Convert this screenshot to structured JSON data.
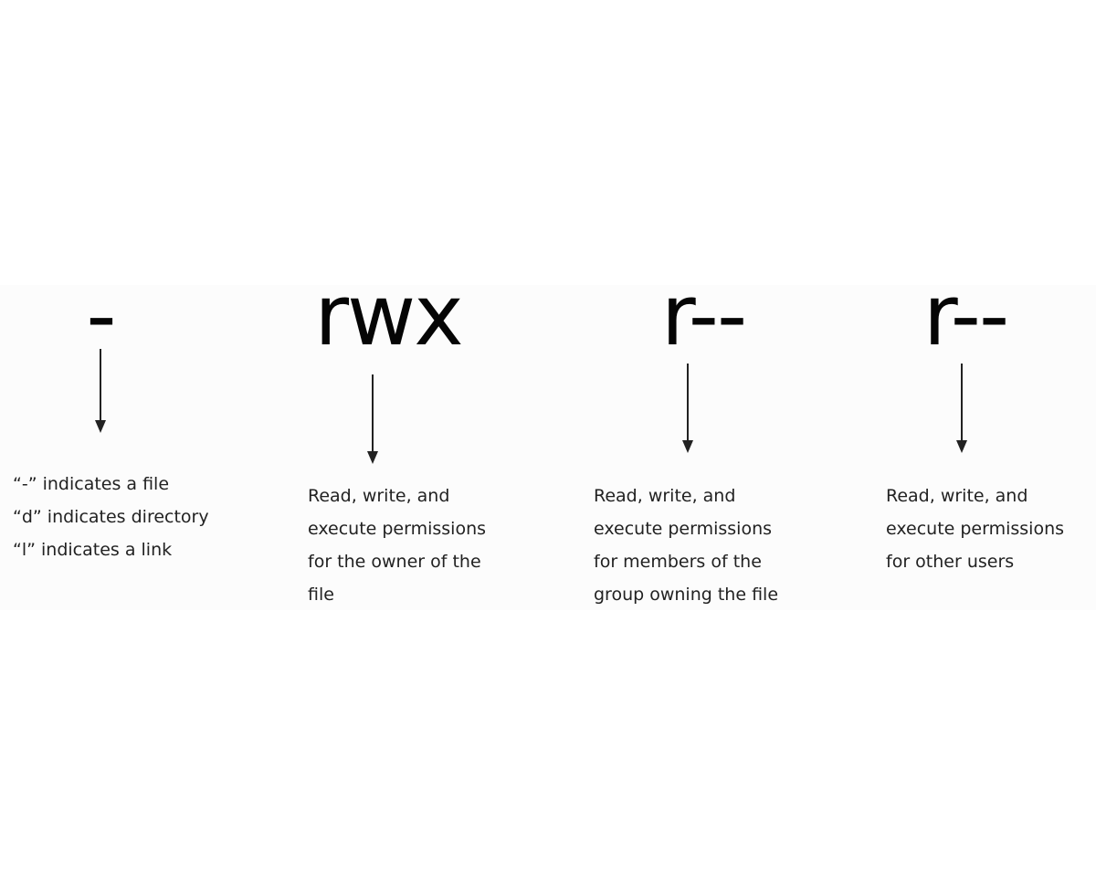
{
  "columns": [
    {
      "symbol": "-",
      "lines": [
        "“-”  indicates a file",
        "“d” indicates directory",
        "“l” indicates a link"
      ]
    },
    {
      "symbol": "rwx",
      "lines": [
        "Read, write, and",
        "execute permissions",
        "for the owner of the",
        "file"
      ]
    },
    {
      "symbol": "r--",
      "lines": [
        "Read, write, and",
        "execute permissions",
        "for members  of the",
        "group owning the file"
      ]
    },
    {
      "symbol": "r--",
      "lines": [
        "Read, write, and",
        "execute permissions",
        "for other users"
      ]
    }
  ]
}
